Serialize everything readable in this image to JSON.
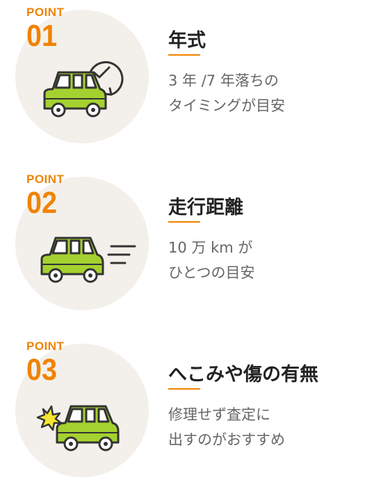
{
  "points": [
    {
      "label": "POINT",
      "number": "01",
      "title": "年式",
      "desc_line1": "3 年 /7 年落ちの",
      "desc_line2": "タイミングが目安",
      "icon": "car-with-clock-check-icon"
    },
    {
      "label": "POINT",
      "number": "02",
      "title": "走行距離",
      "desc_line1": "10 万 km が",
      "desc_line2": "ひとつの目安",
      "icon": "car-speed-lines-icon"
    },
    {
      "label": "POINT",
      "number": "03",
      "title": "へこみや傷の有無",
      "desc_line1": "修理せず査定に",
      "desc_line2": "出すのがおすすめ",
      "icon": "car-dent-burst-icon"
    }
  ],
  "colors": {
    "accent": "#f08300",
    "circle": "#f3f0eb",
    "car_body": "#a5d130",
    "outline": "#333333",
    "burst": "#f5e431"
  }
}
